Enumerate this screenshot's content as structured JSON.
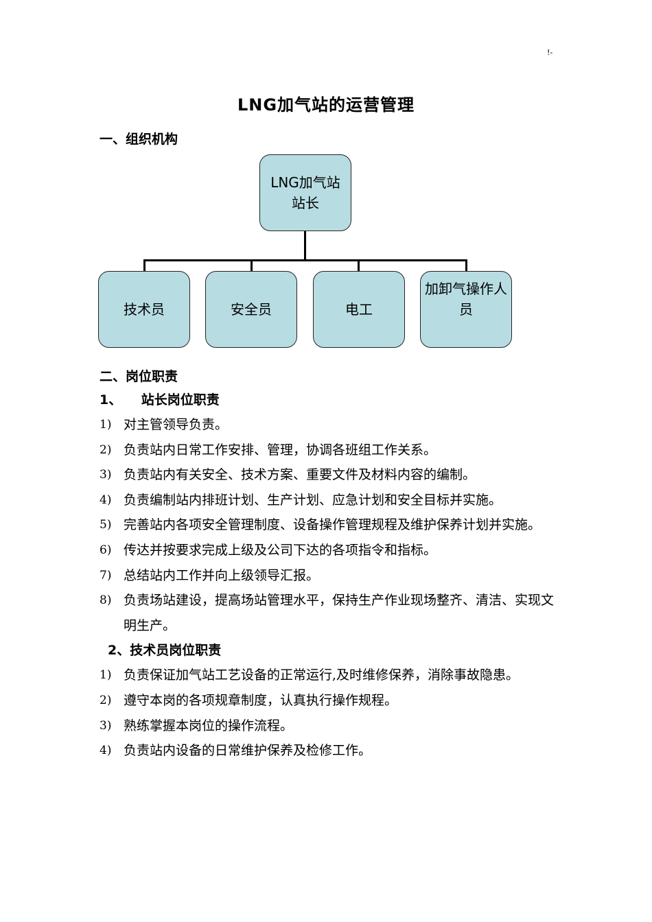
{
  "page_mark": "!-",
  "title": "LNG加气站的运营管理",
  "section1": {
    "heading": "一、组织机构"
  },
  "org_chart": {
    "root": "LNG加气站站长",
    "children": [
      "技术员",
      "安全员",
      "电工",
      "加卸气操作人员"
    ]
  },
  "section2": {
    "heading": "二、岗位职责",
    "sub1": {
      "heading": "1、　　站长岗位职责",
      "items": [
        {
          "num": "1)",
          "text": "对主管领导负责。"
        },
        {
          "num": "2)",
          "text": "负责站内日常工作安排、管理，协调各班组工作关系。"
        },
        {
          "num": "3)",
          "text": "负责站内有关安全、技术方案、重要文件及材料内容的编制。"
        },
        {
          "num": "4)",
          "text": "负责编制站内排班计划、生产计划、应急计划和安全目标并实施。"
        },
        {
          "num": "5)",
          "text": "完善站内各项安全管理制度、设备操作管理规程及维护保养计划并实施。"
        },
        {
          "num": "6)",
          "text": "传达并按要求完成上级及公司下达的各项指令和指标。"
        },
        {
          "num": "7)",
          "text": "总结站内工作并向上级领导汇报。"
        },
        {
          "num": "8)",
          "text": "负责场站建设，提高场站管理水平，保持生产作业现场整齐、清洁、实现文明生产。"
        }
      ]
    },
    "sub2": {
      "heading": "2、技术员岗位职责",
      "items": [
        {
          "num": "1)",
          "text": "负责保证加气站工艺设备的正常运行,及时维修保养，消除事故隐患。"
        },
        {
          "num": "2)",
          "text": "遵守本岗的各项规章制度，认真执行操作规程。"
        },
        {
          "num": "3)",
          "text": "熟练掌握本岗位的操作流程。"
        },
        {
          "num": "4)",
          "text": "负责站内设备的日常维护保养及检修工作。"
        }
      ]
    }
  }
}
